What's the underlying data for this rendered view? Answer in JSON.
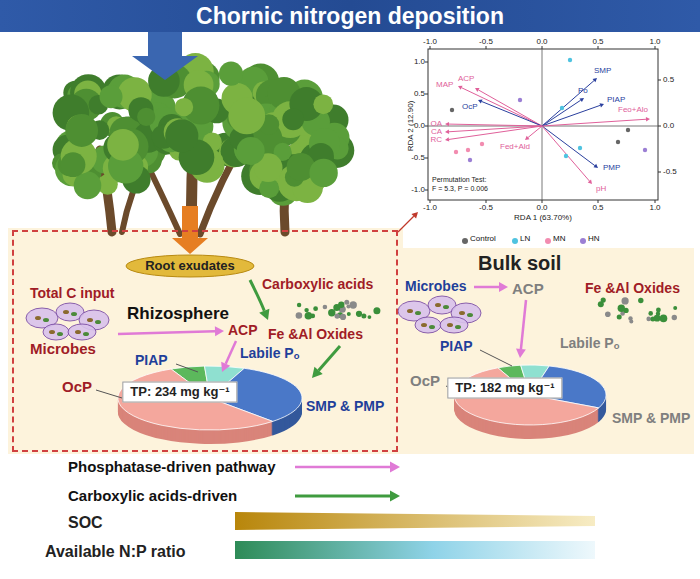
{
  "diagram": {
    "title": "Chornic nitrogen deposition",
    "nodes": [
      {
        "text": [
          "Rhizosphere"
        ]
      },
      {
        "text": [
          "Root exudates"
        ],
        "in": 0
      },
      {
        "text": [
          "TP: 234 mg kg⁻¹"
        ],
        "in": 0
      },
      {
        "text": [
          "TP: 182 mg kg⁻¹"
        ]
      }
    ],
    "labels": [
      "-1.0",
      "-0.5",
      "0.0",
      "0.5",
      "1.0",
      "1.0",
      "0.5",
      "0.0",
      "-0.5",
      "-1.0",
      "-1.0",
      "-0.5",
      "0.0",
      "0.5",
      "1.0",
      "0.5",
      "0.0",
      "-0.5",
      "RDA 1 (63.70%)",
      "RDA 2 (12.90)",
      "ACP",
      "MAP",
      "OcP",
      "SMP",
      "Po",
      "PIAP",
      "Feo+Alo",
      "Fed+Ald",
      "PMP",
      "pH",
      "OA",
      "CA",
      "RC",
      "Permutation Test:",
      "F = 5.3, P = 0.006",
      "Total C input",
      "Microbes",
      "ACP",
      "Carboxylic acids",
      "Fe &Al Oxides",
      "PIAP",
      "Labile Pₒ",
      "OcP",
      "SMP & PMP",
      "Bulk soil",
      "Microbes",
      "ACP",
      "Fe &Al Oxides",
      "PIAP",
      "Labile Pₒ",
      "OcP",
      "SMP & PMP",
      "SOC",
      "Available N:P ratio"
    ],
    "legend": [
      {
        "text": "Control",
        "color": "#666666"
      },
      {
        "text": "LN",
        "color": "#4fc3e0"
      },
      {
        "text": "MN",
        "color": "#f28cb0"
      },
      {
        "text": "HN",
        "color": "#9b7fd4"
      },
      {
        "text": "Phosphatase-driven pathway"
      },
      {
        "text": "Carboxylic acids-driven"
      }
    ]
  }
}
